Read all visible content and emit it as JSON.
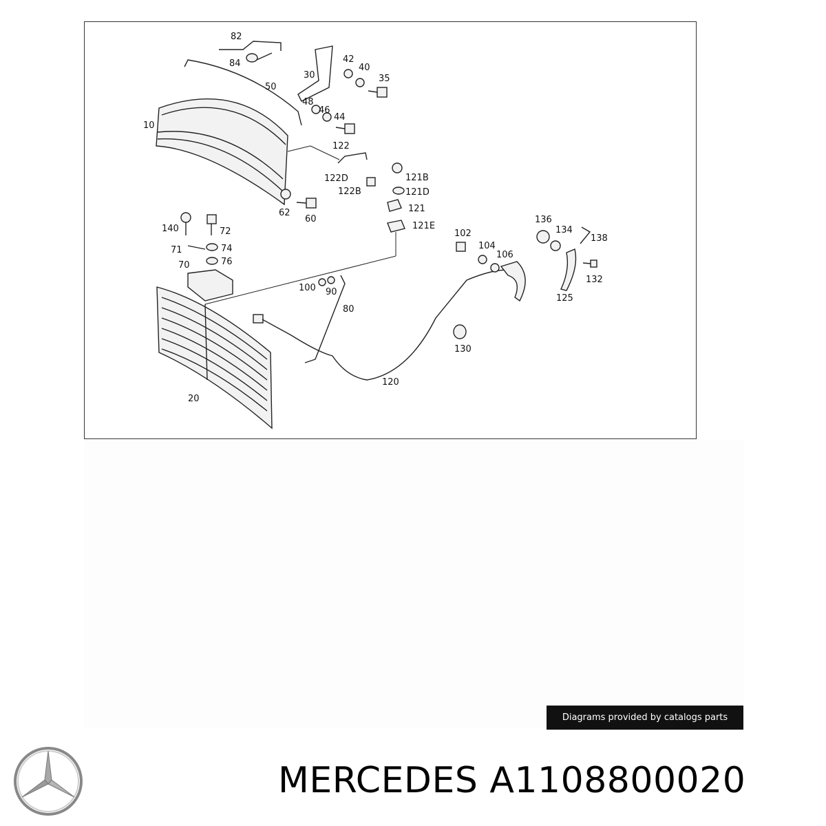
{
  "diagram": {
    "callouts": [
      {
        "id": "82",
        "text": "82"
      },
      {
        "id": "84",
        "text": "84"
      },
      {
        "id": "50",
        "text": "50"
      },
      {
        "id": "10",
        "text": "10"
      },
      {
        "id": "30",
        "text": "30"
      },
      {
        "id": "42",
        "text": "42"
      },
      {
        "id": "40",
        "text": "40"
      },
      {
        "id": "35",
        "text": "35"
      },
      {
        "id": "48",
        "text": "48"
      },
      {
        "id": "46",
        "text": "46"
      },
      {
        "id": "44",
        "text": "44"
      },
      {
        "id": "122",
        "text": "122"
      },
      {
        "id": "122D",
        "text": "122D"
      },
      {
        "id": "122B",
        "text": "122B"
      },
      {
        "id": "121B",
        "text": "121B"
      },
      {
        "id": "121D",
        "text": "121D"
      },
      {
        "id": "121",
        "text": "121"
      },
      {
        "id": "121E",
        "text": "121E"
      },
      {
        "id": "62",
        "text": "62"
      },
      {
        "id": "60",
        "text": "60"
      },
      {
        "id": "140",
        "text": "140"
      },
      {
        "id": "72",
        "text": "72"
      },
      {
        "id": "71",
        "text": "71"
      },
      {
        "id": "74",
        "text": "74"
      },
      {
        "id": "76",
        "text": "76"
      },
      {
        "id": "70",
        "text": "70"
      },
      {
        "id": "100",
        "text": "100"
      },
      {
        "id": "90",
        "text": "90"
      },
      {
        "id": "80",
        "text": "80"
      },
      {
        "id": "102",
        "text": "102"
      },
      {
        "id": "104",
        "text": "104"
      },
      {
        "id": "106",
        "text": "106"
      },
      {
        "id": "136",
        "text": "136"
      },
      {
        "id": "134",
        "text": "134"
      },
      {
        "id": "138",
        "text": "138"
      },
      {
        "id": "132",
        "text": "132"
      },
      {
        "id": "125",
        "text": "125"
      },
      {
        "id": "130",
        "text": "130"
      },
      {
        "id": "120",
        "text": "120"
      },
      {
        "id": "20",
        "text": "20"
      }
    ]
  },
  "credit": "Diagrams provided by catalogs parts",
  "brand": "MERCEDES",
  "part_number": "A1108800020",
  "logo_icon": "mercedes-star-icon"
}
